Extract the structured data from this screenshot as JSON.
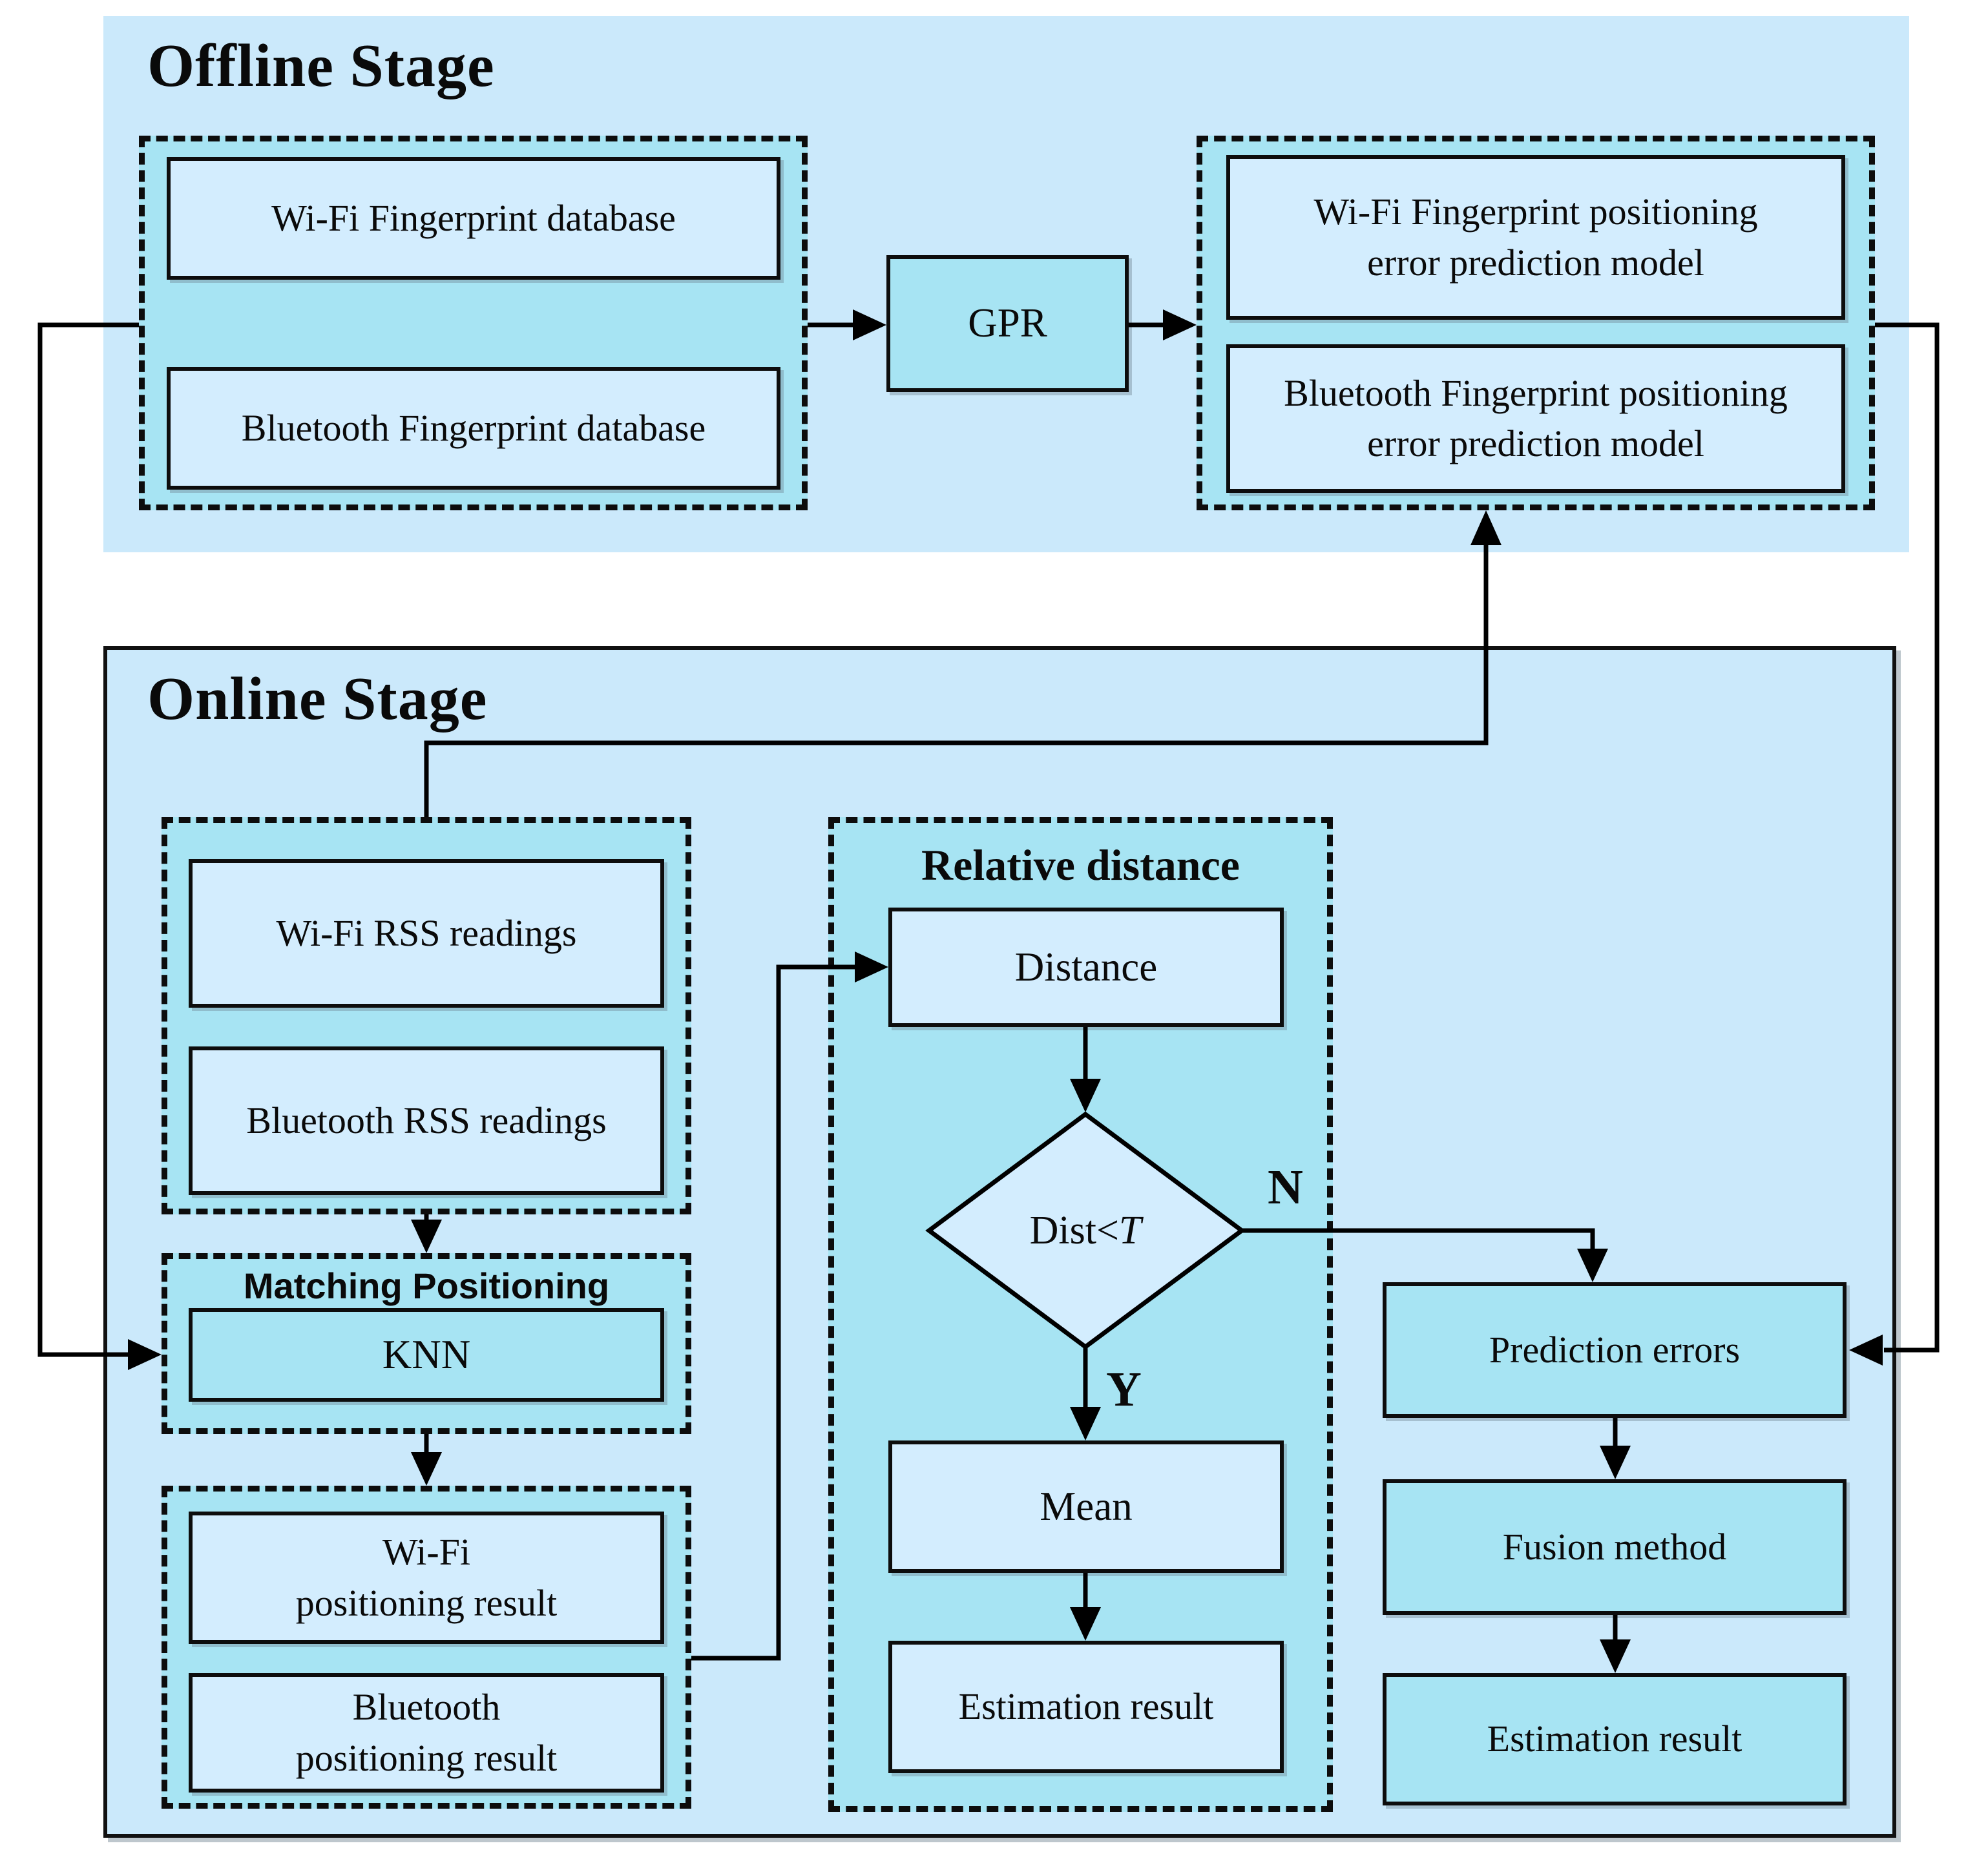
{
  "colors": {
    "panel_bg": "#cbe9fb",
    "group_bg": "#a7e4f3",
    "box_light": "#d3edfe",
    "box_accent": "#a7e4f3",
    "line": "#000000",
    "ink": "#0a0a0a"
  },
  "offline": {
    "title": "Offline Stage",
    "wifi_db": "Wi-Fi  Fingerprint database",
    "bt_db": "Bluetooth  Fingerprint database",
    "gpr": "GPR",
    "wifi_model": "Wi-Fi  Fingerprint positioning\nerror prediction model",
    "bt_model": "Bluetooth Fingerprint positioning\nerror prediction model"
  },
  "online": {
    "title": "Online Stage",
    "wifi_rss": "Wi-Fi  RSS readings",
    "bt_rss": "Bluetooth RSS readings",
    "matching_title": "Matching Positioning",
    "knn": "KNN",
    "wifi_result": "Wi-Fi\npositioning result",
    "bt_result": "Bluetooth\npositioning result",
    "relative_title": "Relative distance",
    "distance": "Distance",
    "decision_text": "Dist<",
    "decision_var": "T",
    "no_label": "N",
    "yes_label": "Y",
    "mean": "Mean",
    "estimation_mid": "Estimation result",
    "prediction_errors": "Prediction errors",
    "fusion_method": "Fusion method",
    "estimation_right": "Estimation result"
  }
}
